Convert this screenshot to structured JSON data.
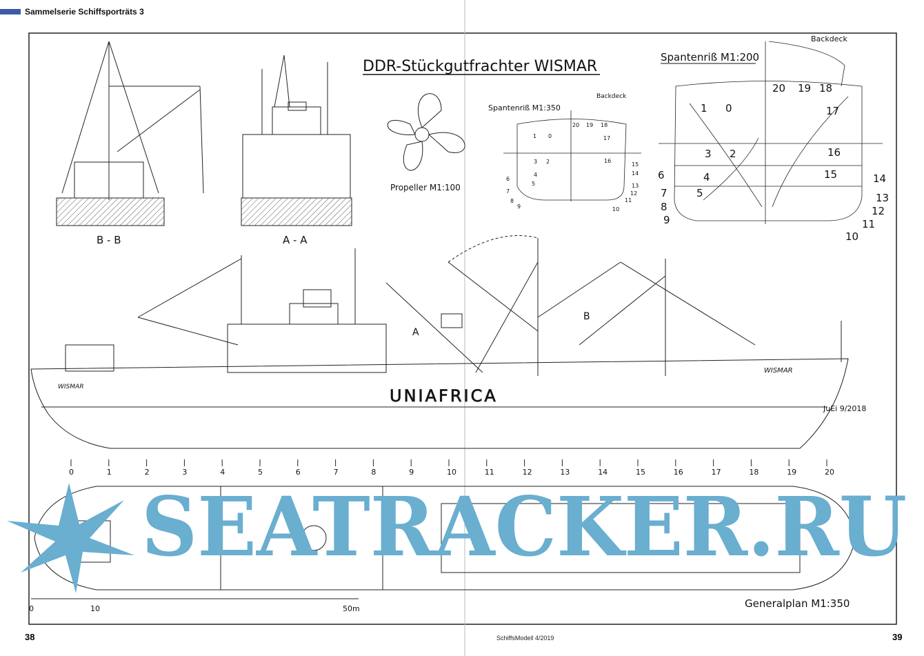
{
  "header": {
    "series_title": "Sammelserie Schiffsporträts 3"
  },
  "drawing": {
    "title": "DDR-Stückgutfrachter WISMAR",
    "body_plan_large": {
      "label": "Spantenriß M1:200",
      "deck_label": "Backdeck",
      "frames": [
        "20",
        "19",
        "18",
        "17",
        "16",
        "15",
        "14",
        "13",
        "12",
        "11",
        "10",
        "9",
        "8",
        "7",
        "6",
        "5",
        "4",
        "3",
        "2",
        "1",
        "0"
      ]
    },
    "body_plan_small": {
      "label": "Spantenriß M1:350",
      "deck_label": "Backdeck",
      "frames": [
        "20",
        "19",
        "18",
        "17",
        "16",
        "15",
        "14",
        "13",
        "12",
        "11",
        "10",
        "9",
        "8",
        "7",
        "6",
        "5",
        "4",
        "3",
        "2",
        "1",
        "0"
      ]
    },
    "propeller_label": "Propeller M1:100",
    "section_bb": "B - B",
    "section_aa": "A - A",
    "section_mark_a": "A",
    "section_mark_b": "B",
    "hull_name_bow": "WISMAR",
    "hull_name_stern": "WISMAR",
    "hull_lettering": "UNIAFRICA",
    "signature": "JuEi 9/2018",
    "general_plan_label": "Generalplan M1:350",
    "frame_numbers": [
      "0",
      "1",
      "2",
      "3",
      "4",
      "5",
      "6",
      "7",
      "8",
      "9",
      "10",
      "11",
      "12",
      "13",
      "14",
      "15",
      "16",
      "17",
      "18",
      "19",
      "20"
    ],
    "scale_bar": [
      "0",
      "10",
      "50m"
    ]
  },
  "watermark": "SEATRACKER.RU",
  "footer": {
    "page_left": "38",
    "page_right": "39",
    "magazine": "SchiffsModell  4/2019"
  },
  "colors": {
    "watermark": "#6aaed0",
    "header_bar": "#3b5aa8"
  }
}
